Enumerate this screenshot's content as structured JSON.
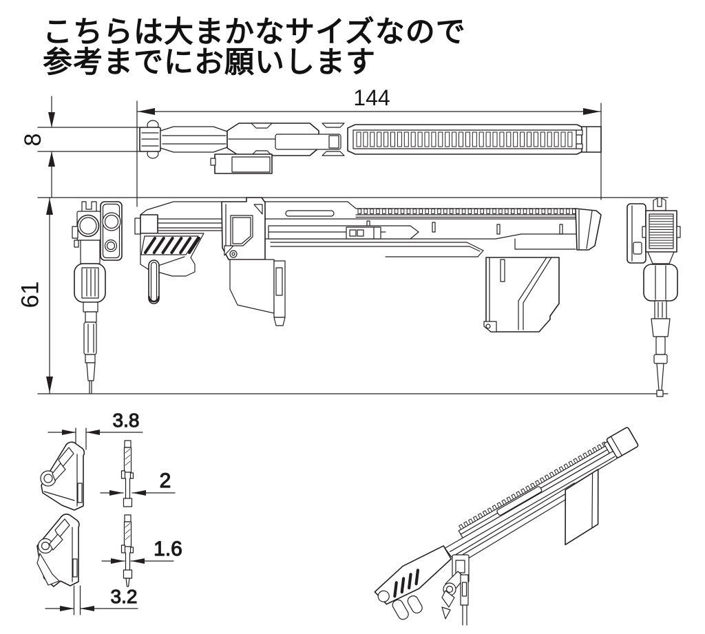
{
  "header": {
    "line1": "こちらは大まかなサイズなので",
    "line2": "参考までにお願いします"
  },
  "dimensions": {
    "overall_length": "144",
    "top_view_height": "8",
    "overall_height": "61",
    "detail_top_bracket_width": "3.8",
    "detail_top_pin_width": "2",
    "detail_bottom_pin_width": "1.6",
    "detail_bottom_bracket_width": "3.2"
  },
  "colors": {
    "line": "#231f20",
    "background": "#ffffff"
  }
}
